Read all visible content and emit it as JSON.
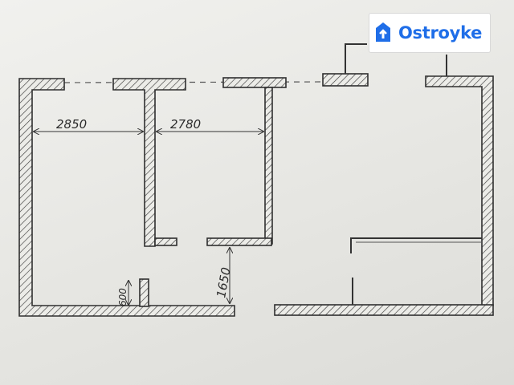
{
  "brand": {
    "name": "Ostroyke",
    "color": "#1f6ee8"
  },
  "dimensions": {
    "left_room_width": "2850",
    "middle_room_width": "2780",
    "corridor_depth": "1650",
    "small_wall": "600"
  }
}
